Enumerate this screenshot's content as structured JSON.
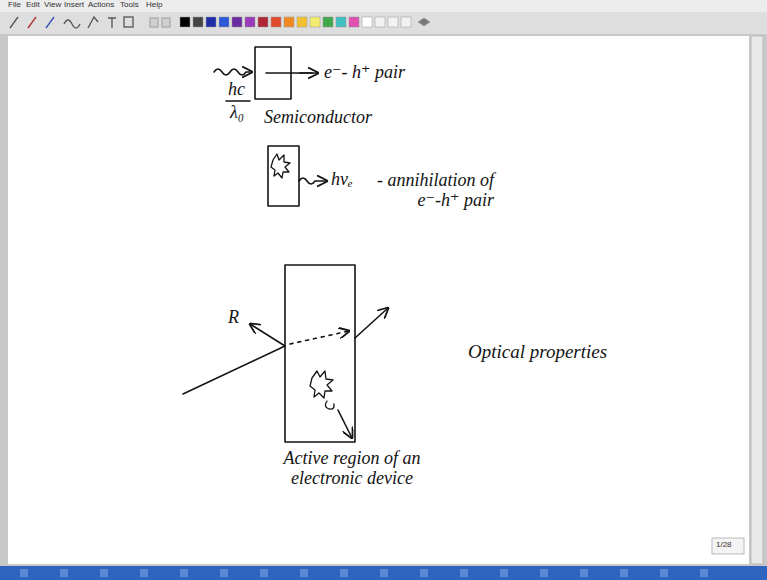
{
  "diagram": {
    "labels": [
      "File",
      "Edit",
      "View",
      "Insert",
      "Actions",
      "Tools",
      "Help",
      "hc",
      "λ₀",
      "e⁻- h⁺ pair",
      "Semiconductor",
      "hνₑ",
      "- annihilation of e⁻-h⁺ pair",
      "R",
      "Active region of an electronic device",
      "Optical properties",
      "1/28"
    ]
  }
}
